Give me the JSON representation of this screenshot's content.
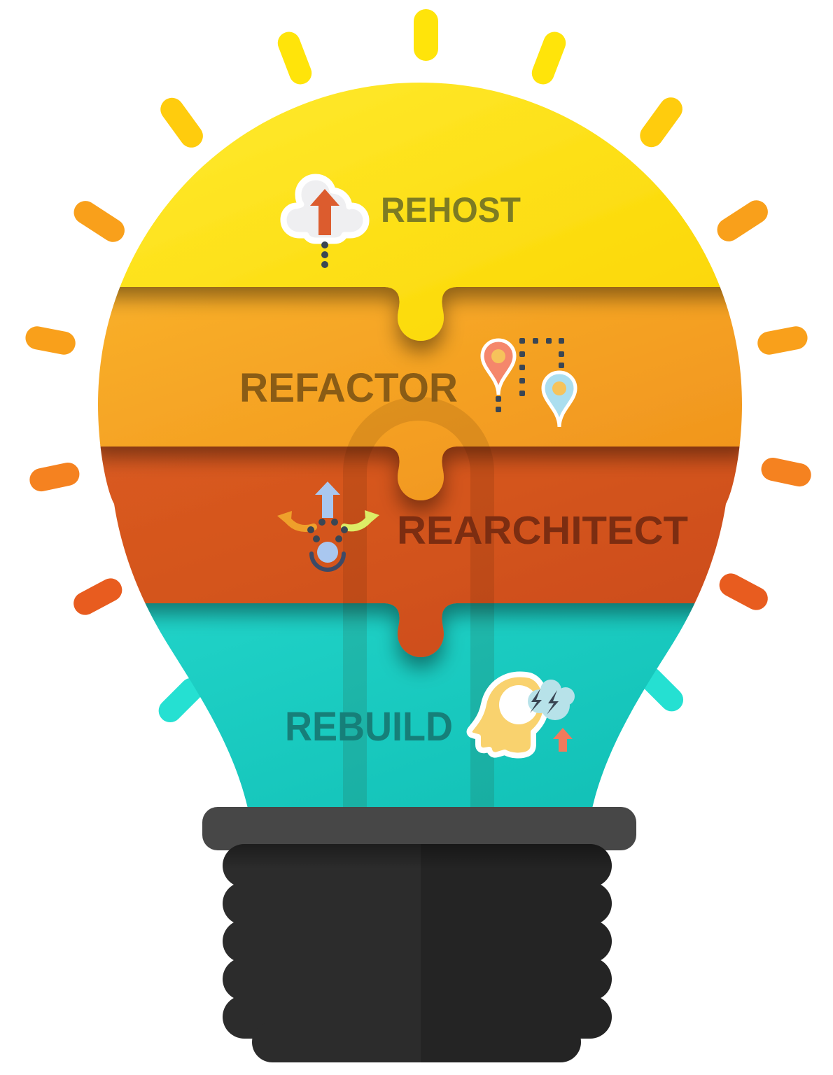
{
  "infographic": {
    "type": "light-bulb-puzzle",
    "segments": [
      {
        "id": "rehost",
        "label": "REHOST",
        "color": "#FBD500",
        "label_color": "#7D7B23",
        "icon": "cloud-upload-icon"
      },
      {
        "id": "refactor",
        "label": "REFACTOR",
        "color": "#F49B1D",
        "label_color": "#8A5C15",
        "icon": "map-pins-route-icon"
      },
      {
        "id": "rearchitect",
        "label": "REARCHITECT",
        "color": "#D2521F",
        "label_color": "#7C2D11",
        "icon": "split-arrows-icon"
      },
      {
        "id": "rebuild",
        "label": "REBUILD",
        "color": "#17C9BF",
        "label_color": "#167F79",
        "icon": "brainstorm-head-icon"
      }
    ],
    "colors": {
      "ray_yellow": "#FFE40A",
      "ray_gold": "#FFCC0D",
      "ray_orange": "#F9A01B",
      "ray_deep_orange": "#F58220",
      "ray_red_orange": "#E85C1F",
      "ray_teal": "#25E0D2",
      "base_cap": "#474747",
      "screw": "#2C2C2C",
      "icon_navy": "#3A4654",
      "icon_cream": "#EFEFF1",
      "icon_red_arrow": "#DC5C2E",
      "icon_salmon": "#F5876B",
      "icon_blue": "#ABDEEF",
      "icon_gold": "#F6C35B",
      "icon_periwinkle": "#A9C7EF",
      "icon_arc_navy": "#3D4A66",
      "icon_curve_orange": "#EFA02B",
      "icon_curve_lime": "#DDED66",
      "icon_head_yellow": "#F9D26E",
      "icon_cloud_blue": "#B7E2E9",
      "icon_up_salmon": "#F27A5C"
    }
  }
}
